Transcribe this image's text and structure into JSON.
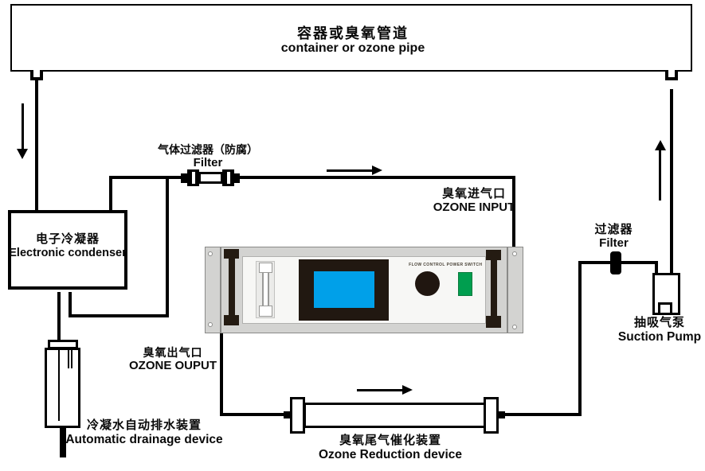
{
  "labels": {
    "container": {
      "zh": "容器或臭氧管道",
      "en": "container or ozone pipe"
    },
    "gas_filter": {
      "zh": "气体过滤器（防腐）",
      "en": "Filter"
    },
    "ozone_input": {
      "zh": "臭氧进气口",
      "en": "OZONE INPUT"
    },
    "condenser": {
      "zh": "电子冷凝器",
      "en": "Electronic condenser"
    },
    "drainage": {
      "zh": "冷凝水自动排水装置",
      "en": "Automatic drainage device"
    },
    "ozone_output": {
      "zh": "臭氧出气口",
      "en": "OZONE OUPUT"
    },
    "reduction": {
      "zh": "臭氧尾气催化装置",
      "en": "Ozone Reduction device"
    },
    "filter_right": {
      "zh": "过滤器",
      "en": "Filter"
    },
    "suction_pump": {
      "zh": "抽吸气泵",
      "en": "Suction Pump"
    }
  },
  "panel": {
    "flow_control": "FLOW CONTROL",
    "power_switch": "POWER SWITCH"
  },
  "colors": {
    "line": "#000000",
    "screen_blue": "#00a0e9",
    "switch_green": "#009e4f",
    "panel_gray": "#d3d3d1",
    "screen_bezel": "#211811"
  }
}
